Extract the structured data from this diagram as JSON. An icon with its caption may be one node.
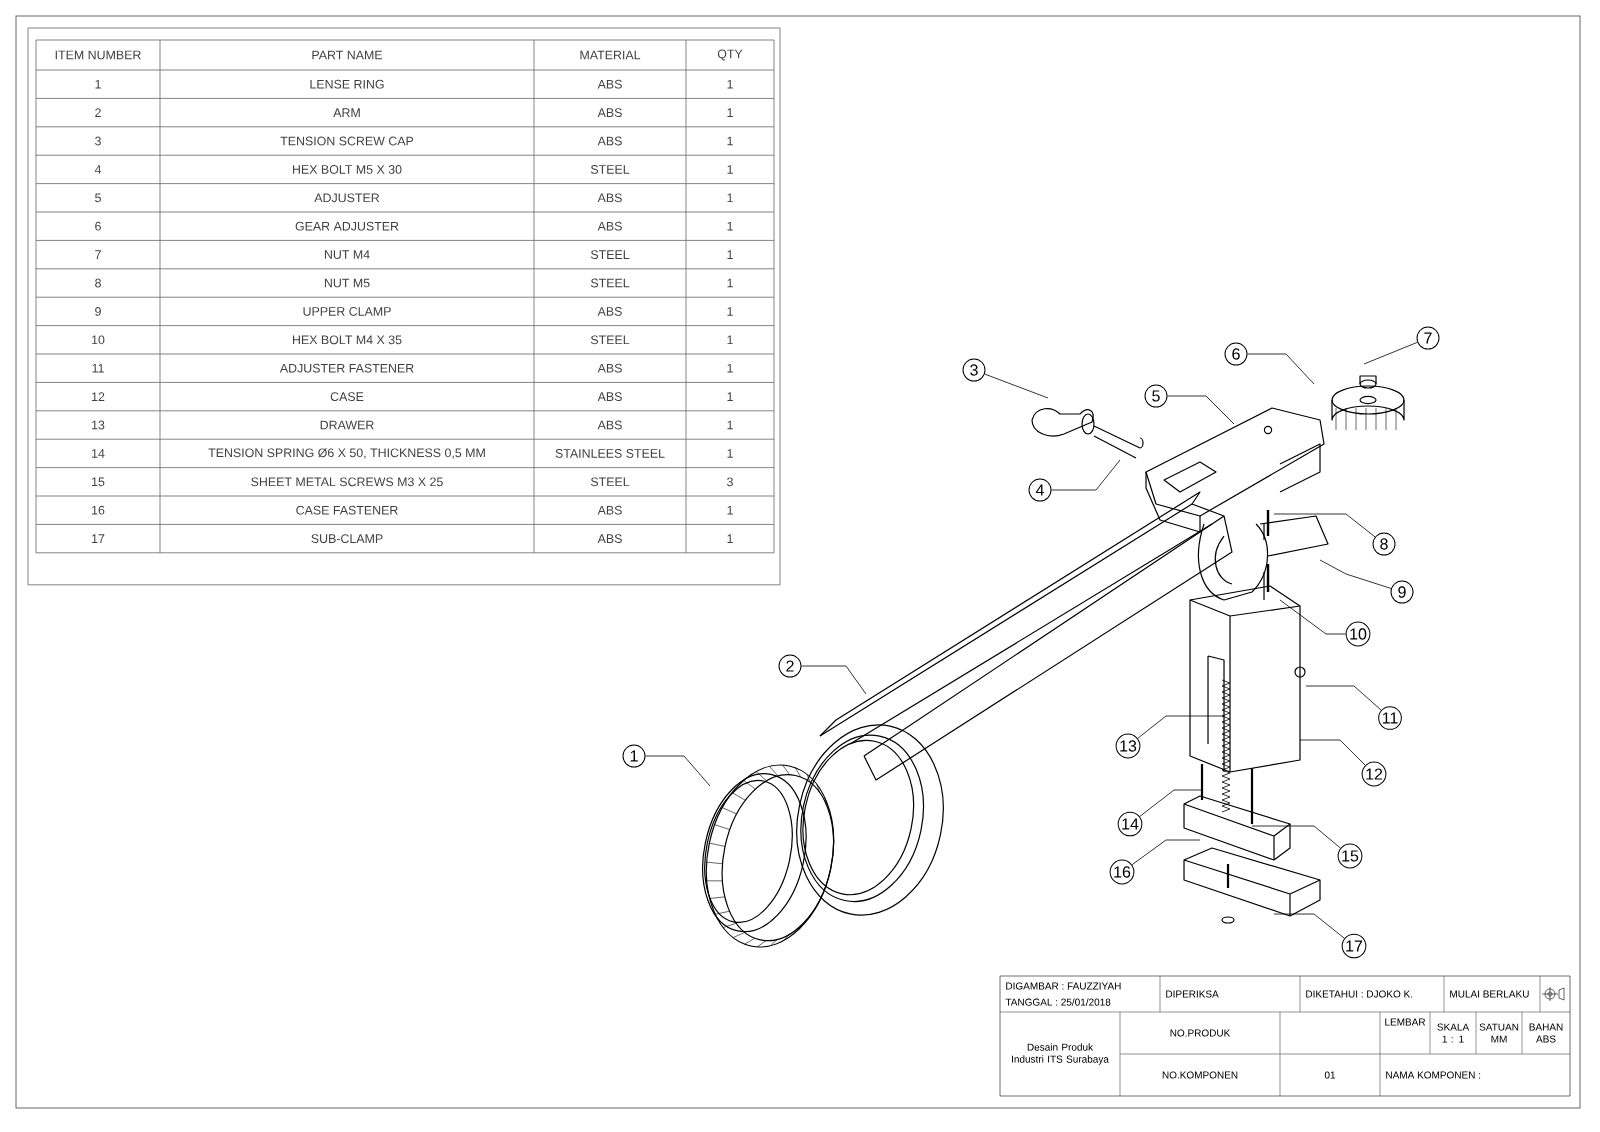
{
  "diagram": {
    "nodes": [
      {
        "text": [
          "1"
        ]
      },
      {
        "text": [
          "2"
        ]
      },
      {
        "text": [
          "3"
        ]
      },
      {
        "text": [
          "4"
        ]
      },
      {
        "text": [
          "5"
        ]
      },
      {
        "text": [
          "6"
        ]
      },
      {
        "text": [
          "7"
        ]
      },
      {
        "text": [
          "8"
        ]
      },
      {
        "text": [
          "9"
        ]
      },
      {
        "text": [
          "10"
        ]
      },
      {
        "text": [
          "11"
        ]
      },
      {
        "text": [
          "12"
        ]
      },
      {
        "text": [
          "13"
        ]
      },
      {
        "text": [
          "14"
        ]
      },
      {
        "text": [
          "15"
        ]
      },
      {
        "text": [
          "16"
        ]
      },
      {
        "text": [
          "17"
        ]
      }
    ],
    "edges": [
      {
        "from": 0,
        "to": null,
        "arrow": "none"
      },
      {
        "from": 1,
        "to": null,
        "arrow": "none"
      },
      {
        "from": 2,
        "to": null,
        "arrow": "none"
      },
      {
        "from": 3,
        "to": null,
        "arrow": "none"
      },
      {
        "from": 4,
        "to": null,
        "arrow": "none"
      },
      {
        "from": 5,
        "to": null,
        "arrow": "none"
      },
      {
        "from": 6,
        "to": null,
        "arrow": "none"
      },
      {
        "from": 7,
        "to": null,
        "arrow": "none"
      },
      {
        "from": 8,
        "to": null,
        "arrow": "none"
      },
      {
        "from": 9,
        "to": null,
        "arrow": "none"
      },
      {
        "from": 10,
        "to": null,
        "arrow": "none"
      },
      {
        "from": 11,
        "to": null,
        "arrow": "none"
      },
      {
        "from": 12,
        "to": null,
        "arrow": "none"
      },
      {
        "from": 13,
        "to": null,
        "arrow": "none"
      },
      {
        "from": 14,
        "to": null,
        "arrow": "none"
      },
      {
        "from": 15,
        "to": null,
        "arrow": "none"
      },
      {
        "from": 16,
        "to": null,
        "arrow": "none"
      }
    ],
    "labels": [
      "ITEM NUMBER",
      "PART NAME",
      "MATERIAL",
      "QTY",
      "1",
      "LENSE RING",
      "ABS",
      "1",
      "2",
      "ARM",
      "ABS",
      "1",
      "3",
      "TENSION SCREW CAP",
      "ABS",
      "1",
      "4",
      "HEX BOLT M5 X 30",
      "STEEL",
      "1",
      "5",
      "ADJUSTER",
      "ABS",
      "1",
      "6",
      "GEAR ADJUSTER",
      "ABS",
      "1",
      "7",
      "NUT M4",
      "STEEL",
      "1",
      "8",
      "NUT M5",
      "STEEL",
      "1",
      "9",
      "UPPER CLAMP",
      "ABS",
      "1",
      "10",
      "HEX BOLT M4 X 35",
      "STEEL",
      "1",
      "11",
      "ADJUSTER FASTENER",
      "ABS",
      "1",
      "12",
      "CASE",
      "ABS",
      "1",
      "13",
      "DRAWER",
      "ABS",
      "1",
      "14",
      "TENSION SPRING Ø6 X 50, THICKNESS 0,5 MM",
      "STAINLEES STEEL",
      "1",
      "15",
      "SHEET METAL SCREWS M3 X 25",
      "STEEL",
      "3",
      "16",
      "CASE FASTENER",
      "ABS",
      "1",
      "17",
      "SUB-CLAMP",
      "ABS",
      "1",
      "DIGAMBAR : FAUZZIYAH",
      "TANGGAL : 25/01/2018",
      "DIPERIKSA",
      "DIKETAHUI : DJOKO K.",
      "MULAI BERLAKU",
      "NO.PRODUK",
      "LEMBAR",
      "SKALA 1 : 1",
      "SATUAN MM",
      "BAHAN ABS",
      "Desain Produk Industri ITS Surabaya",
      "NO.KOMPONEN",
      "01",
      "NAMA KOMPONEN :"
    ]
  }
}
